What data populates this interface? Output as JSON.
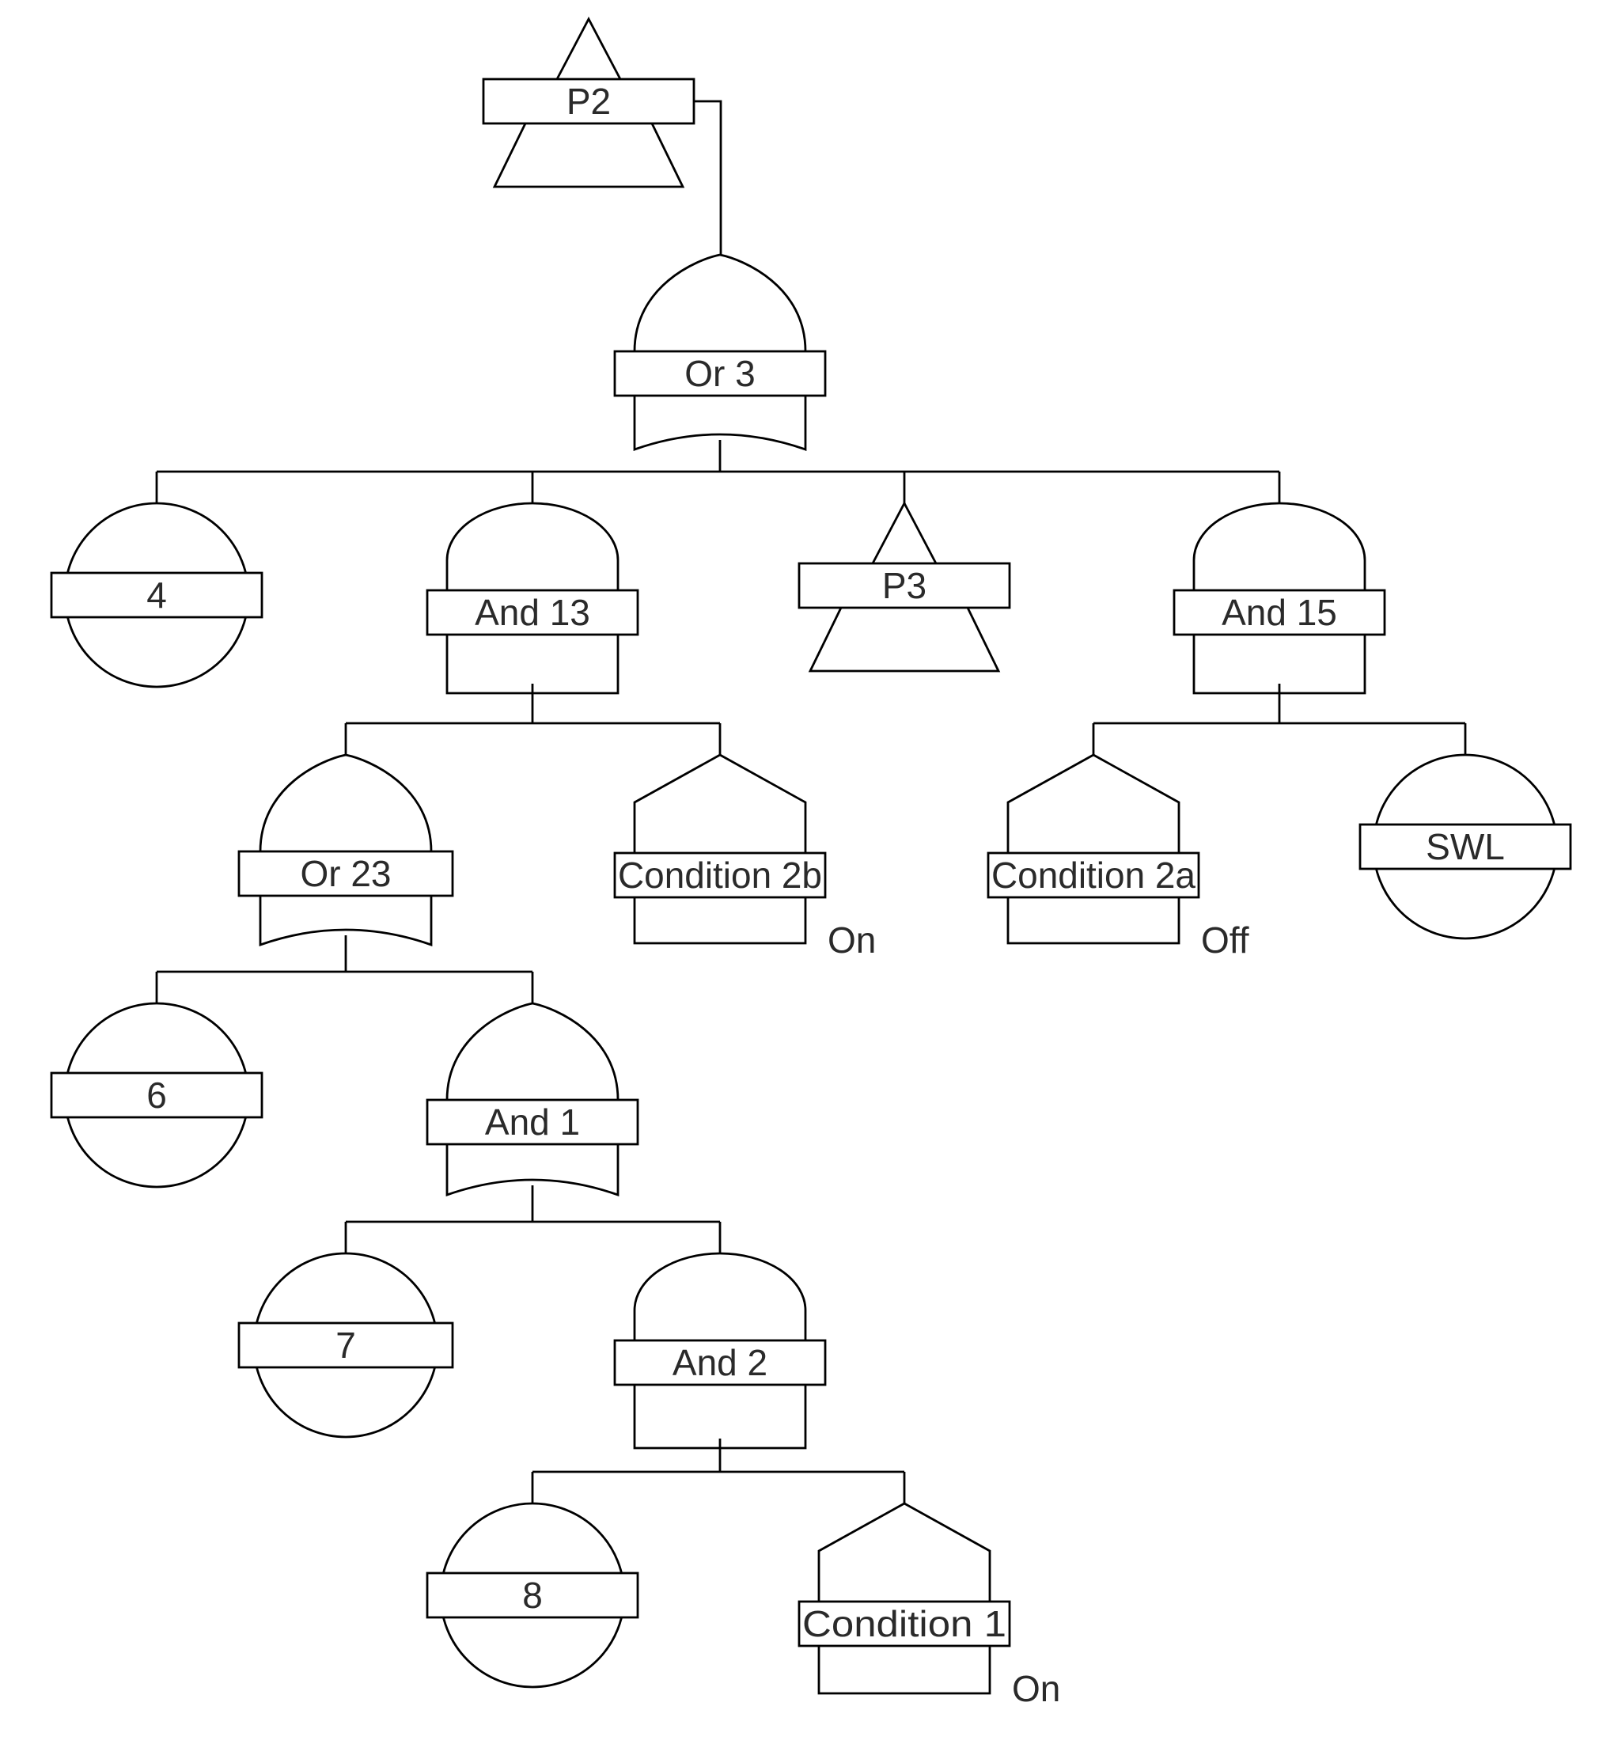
{
  "diagram": {
    "type": "fault-tree",
    "nodes": [
      {
        "id": "p2",
        "label": "P2",
        "shape": "transfer"
      },
      {
        "id": "or3",
        "label": "Or 3",
        "shape": "or-gate"
      },
      {
        "id": "ev4",
        "label": "4",
        "shape": "basic-event"
      },
      {
        "id": "and13",
        "label": "And 13",
        "shape": "and-gate"
      },
      {
        "id": "p3",
        "label": "P3",
        "shape": "transfer"
      },
      {
        "id": "and15",
        "label": "And 15",
        "shape": "and-gate"
      },
      {
        "id": "or23",
        "label": "Or 23",
        "shape": "or-gate"
      },
      {
        "id": "cond2b",
        "label": "Condition 2b",
        "shape": "condition",
        "state": "On"
      },
      {
        "id": "cond2a",
        "label": "Condition 2a",
        "shape": "condition",
        "state": "Off"
      },
      {
        "id": "swl",
        "label": "SWL",
        "shape": "basic-event"
      },
      {
        "id": "ev6",
        "label": "6",
        "shape": "basic-event"
      },
      {
        "id": "and1",
        "label": "And 1",
        "shape": "or-gate"
      },
      {
        "id": "ev7",
        "label": "7",
        "shape": "basic-event"
      },
      {
        "id": "and2",
        "label": "And 2",
        "shape": "and-gate"
      },
      {
        "id": "ev8",
        "label": "8",
        "shape": "basic-event"
      },
      {
        "id": "cond1",
        "label": "Condition 1",
        "shape": "condition",
        "state": "On"
      }
    ],
    "edges": [
      {
        "from": "p2",
        "to": "or3"
      },
      {
        "from": "or3",
        "to": "ev4"
      },
      {
        "from": "or3",
        "to": "and13"
      },
      {
        "from": "or3",
        "to": "p3"
      },
      {
        "from": "or3",
        "to": "and15"
      },
      {
        "from": "and13",
        "to": "or23"
      },
      {
        "from": "and13",
        "to": "cond2b"
      },
      {
        "from": "and15",
        "to": "cond2a"
      },
      {
        "from": "and15",
        "to": "swl"
      },
      {
        "from": "or23",
        "to": "ev6"
      },
      {
        "from": "or23",
        "to": "and1"
      },
      {
        "from": "and1",
        "to": "ev7"
      },
      {
        "from": "and1",
        "to": "and2"
      },
      {
        "from": "and2",
        "to": "ev8"
      },
      {
        "from": "and2",
        "to": "cond1"
      }
    ]
  }
}
